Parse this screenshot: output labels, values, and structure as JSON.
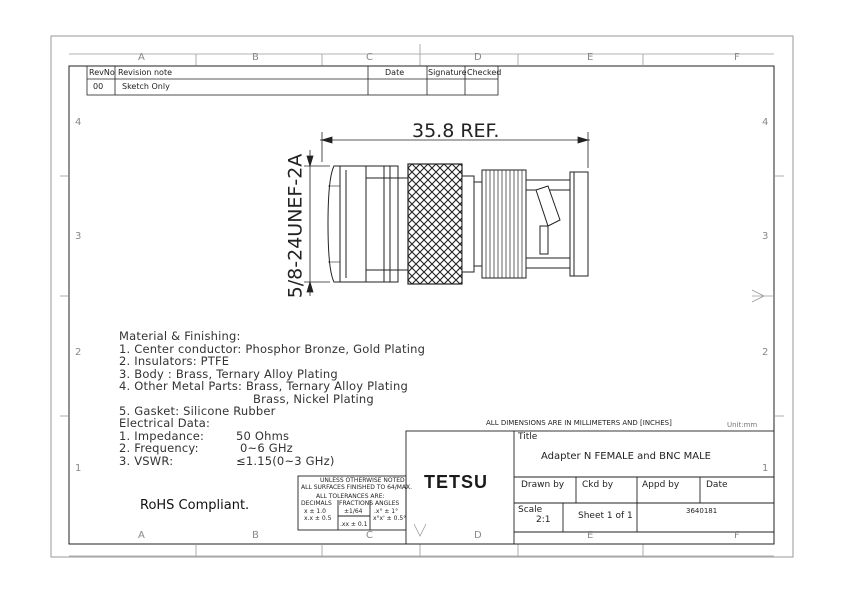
{
  "zones": {
    "columns": [
      "A",
      "B",
      "C",
      "D",
      "E",
      "F"
    ],
    "rows": [
      "4",
      "3",
      "2",
      "1"
    ]
  },
  "revision_table": {
    "headers": [
      "RevNo",
      "Revision note",
      "Date",
      "Signature",
      "Checked"
    ],
    "rows": [
      {
        "rev": "00",
        "note": "Sketch Only",
        "date": "",
        "signature": "",
        "checked": ""
      }
    ]
  },
  "drawing": {
    "length_dimension": "35.8 REF.",
    "thread_dimension": "5/8-24UNEF-2A"
  },
  "notes": {
    "heading": "Material & Finishing:",
    "items": [
      "1. Center conductor: Phosphor Bronze, Gold Plating",
      "2. Insulators: PTFE",
      "3. Body : Brass, Ternary Alloy Plating",
      "4. Other Metal Parts: Brass, Ternary Alloy Plating",
      "Brass, Nickel Plating",
      "5. Gasket: Silicone Rubber"
    ],
    "electrical_heading": "Electrical Data:",
    "electrical": [
      {
        "label": "1. Impedance:",
        "value": "50 Ohms"
      },
      {
        "label": "2. Frequency:",
        "value": "0~6 GHz"
      },
      {
        "label": "3. VSWR:",
        "value": "≤1.15(0~3 GHz)"
      }
    ],
    "compliance": "RoHS Compliant."
  },
  "tolerance_block": {
    "line1": "UNLESS OTHERWISE NOTED",
    "line2": "ALL SURFACES FINISHED TO 64/MAX.",
    "line3": "ALL TOLERANCES ARE:",
    "headers": [
      "DECIMALS",
      "FRACTIONS",
      "ANGLES"
    ],
    "decimals": [
      "x ± 1.0",
      "x.x ± 0.5",
      ".xx ± 0.1"
    ],
    "fractions": "±1/64",
    "angles": [
      ".x° ± 1°",
      "x°x' ± 0.5°"
    ]
  },
  "title_block": {
    "units_note": "ALL DIMENSIONS ARE IN MILLIMETERS AND [INCHES]",
    "units": "Unit:mm",
    "company": "TETSU",
    "title_label": "Title",
    "title": "Adapter N FEMALE and BNC MALE",
    "drawn_by_label": "Drawn by",
    "ckd_by_label": "Ckd by",
    "appd_by_label": "Appd by",
    "date_label": "Date",
    "scale_label": "Scale",
    "scale": "2:1",
    "sheet": "Sheet 1 of 1",
    "drawing_no": "3640181"
  },
  "colors": {
    "line": "#222222",
    "zone_text": "#888888"
  }
}
